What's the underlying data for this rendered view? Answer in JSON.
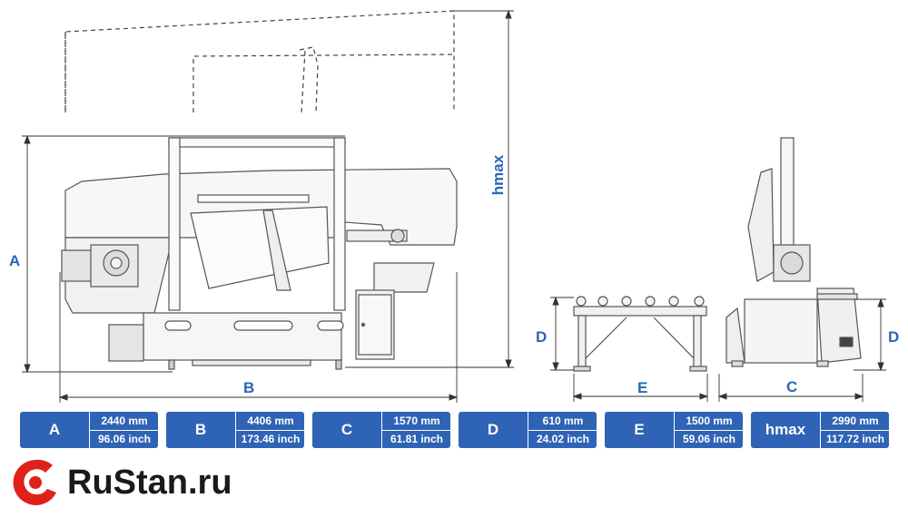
{
  "drawing": {
    "labels": {
      "A": "A",
      "B": "B",
      "C": "C",
      "D_left": "D",
      "E": "E",
      "C_right": "C",
      "D_right": "D",
      "hmax": "hmax"
    }
  },
  "specs": [
    {
      "letter": "A",
      "mm": "2440 mm",
      "inch": "96.06 inch"
    },
    {
      "letter": "B",
      "mm": "4406 mm",
      "inch": "173.46 inch"
    },
    {
      "letter": "C",
      "mm": "1570 mm",
      "inch": "61.81 inch"
    },
    {
      "letter": "D",
      "mm": "610 mm",
      "inch": "24.02 inch"
    },
    {
      "letter": "E",
      "mm": "1500 mm",
      "inch": "59.06 inch"
    },
    {
      "letter": "hmax",
      "mm": "2990 mm",
      "inch": "117.72 inch"
    }
  ],
  "logo": {
    "text": "RuStan.ru"
  },
  "colors": {
    "accent": "#2f63b5",
    "label": "#2a66b8",
    "logo_red": "#e0211b"
  }
}
